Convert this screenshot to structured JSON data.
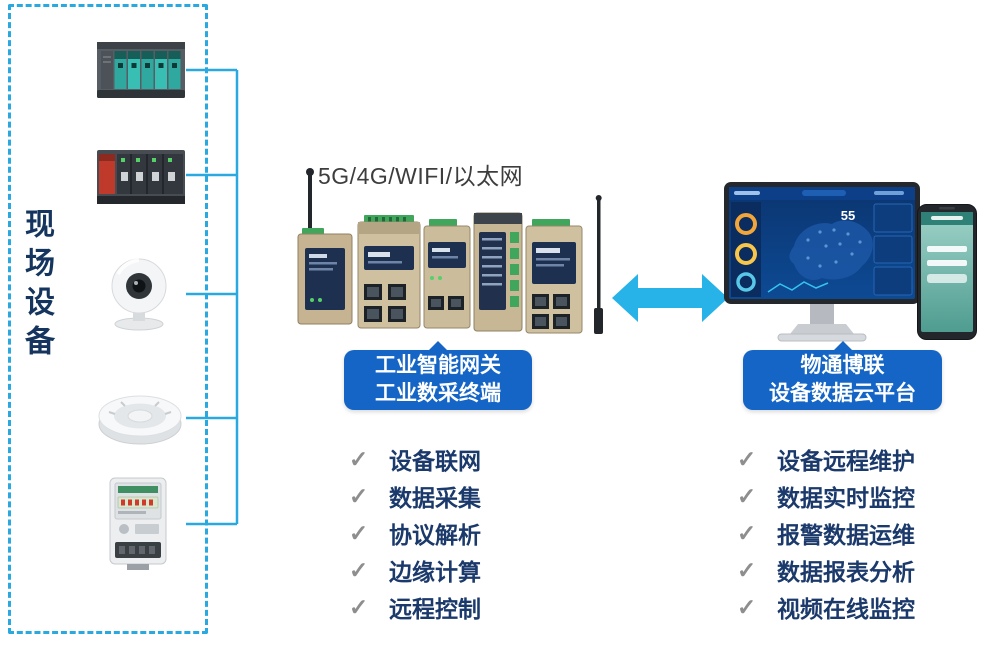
{
  "diagram": {
    "left_panel": {
      "vertical_label": "现场设备",
      "devices": [
        "plc-rack-teal",
        "plc-rack-dark",
        "ip-camera",
        "smoke-detector",
        "energy-meter"
      ]
    },
    "gateway": {
      "connectivity_label": "5G/4G/WIFI/以太网",
      "badge_line1": "工业智能网关",
      "badge_line2": "工业数采终端",
      "features": [
        "设备联网",
        "数据采集",
        "协议解析",
        "边缘计算",
        "远程控制"
      ]
    },
    "platform": {
      "badge_line1": "物通博联",
      "badge_line2": "设备数据云平台",
      "features": [
        "设备远程维护",
        "数据实时监控",
        "报警数据运维",
        "数据报表分析",
        "视频在线监控"
      ],
      "dashboard_value": "55"
    },
    "icons": {
      "check": "✓"
    },
    "colors": {
      "badge_blue": "#1565C6",
      "accent_cyan": "#2AA9E0",
      "arrow_cyan": "#27B2E8",
      "text_navy": "#1B3A6B",
      "check_gray": "#8E8E8E"
    }
  }
}
